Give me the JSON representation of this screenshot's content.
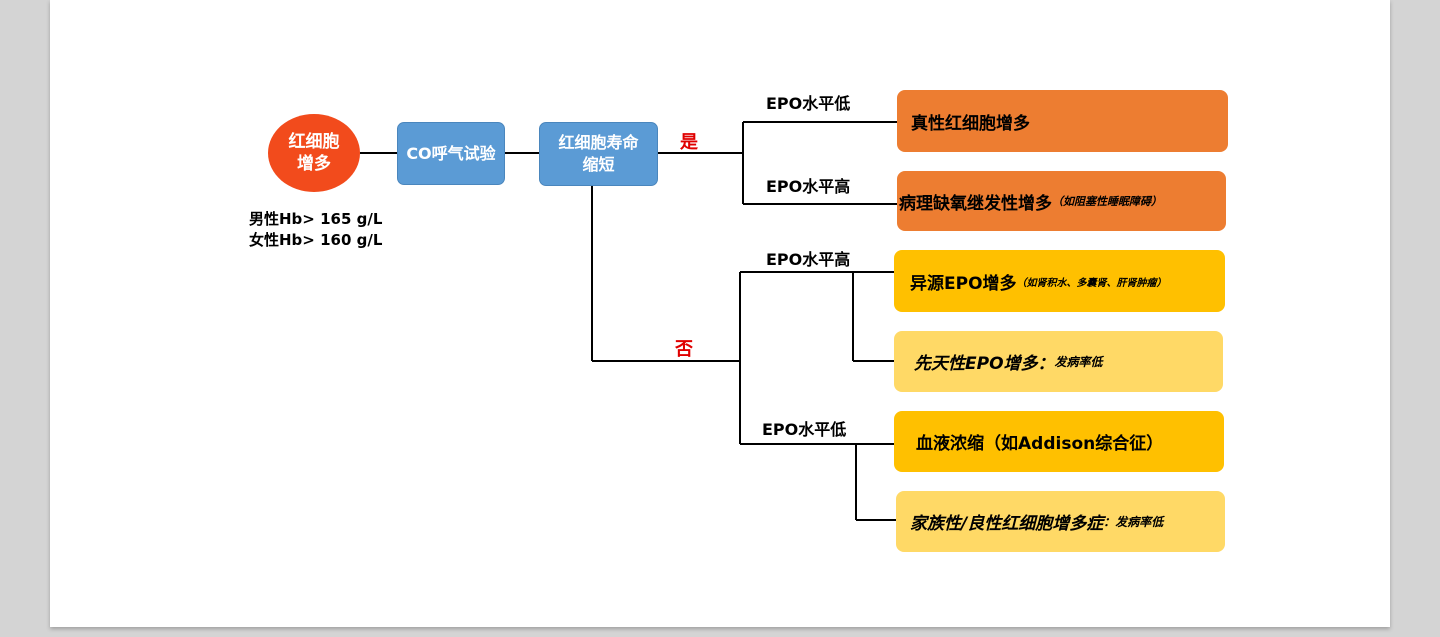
{
  "start": {
    "line1": "红细胞",
    "line2": "增多"
  },
  "criteria": {
    "male": "男性Hb> 165 g/L",
    "female": "女性Hb> 160 g/L"
  },
  "step1": "CO呼气试验",
  "step2": {
    "line1": "红细胞寿命",
    "line2": "缩短"
  },
  "yes_label": "是",
  "no_label": "否",
  "yes_branch": {
    "low_label": "EPO水平低",
    "high_label": "EPO水平高",
    "low_result": "真性红细胞增多",
    "high_result": "病理缺氧继发性增多",
    "high_result_note": "（如阻塞性睡眠障碍）"
  },
  "no_branch": {
    "high_label": "EPO水平高",
    "low_label": "EPO水平低",
    "high_result1": "异源EPO增多",
    "high_result1_note": "（如肾积水、多囊肾、肝肾肿瘤）",
    "high_result2": "先天性EPO增多：",
    "high_result2_note": "发病率低",
    "low_result1": "血液浓缩（如Addison综合征）",
    "low_result2": "家族性/良性红细胞增多症",
    "low_result2_note": "：发病率低"
  },
  "colors": {
    "start": "#f24b1c",
    "step": "#5b9bd5",
    "orange": "#ed7d31",
    "gold": "#ffc000",
    "light_gold": "#ffd966",
    "yes_no": "#e00000"
  }
}
